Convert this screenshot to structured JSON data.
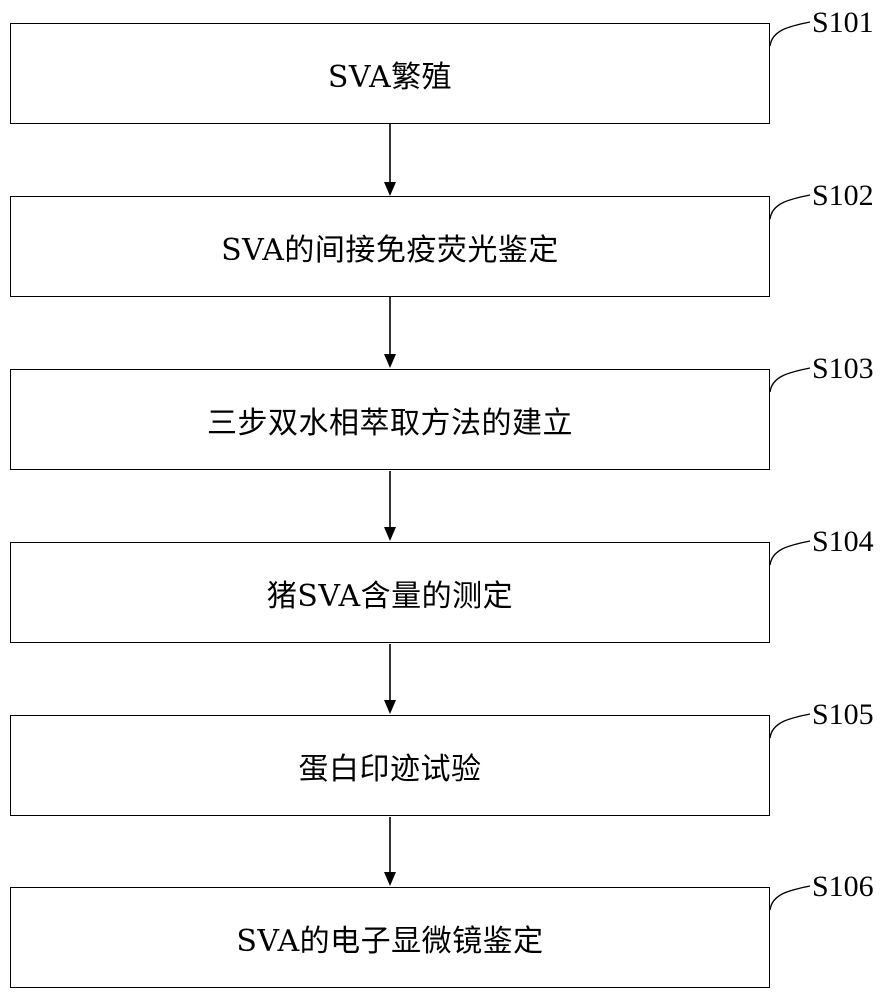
{
  "flowchart": {
    "steps": [
      {
        "id": "S101",
        "label": "SVA繁殖"
      },
      {
        "id": "S102",
        "label": "SVA的间接免疫荧光鉴定"
      },
      {
        "id": "S103",
        "label": "三步双水相萃取方法的建立"
      },
      {
        "id": "S104",
        "label": "猪SVA含量的测定"
      },
      {
        "id": "S105",
        "label": "蛋白印迹试验"
      },
      {
        "id": "S106",
        "label": "SVA的电子显微镜鉴定"
      }
    ]
  }
}
